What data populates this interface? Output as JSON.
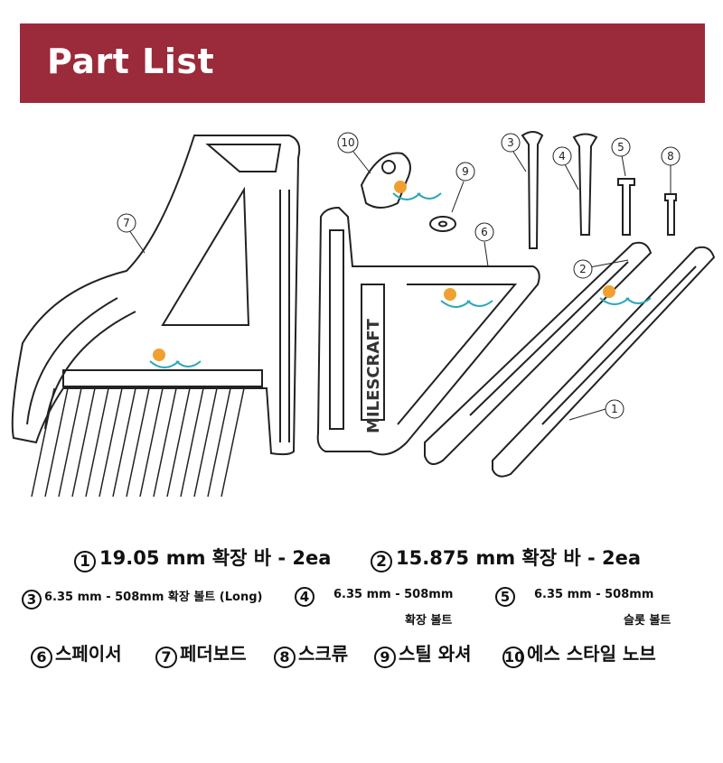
{
  "header": {
    "title": "Part List"
  },
  "diagram": {
    "callouts": [
      "10",
      "9",
      "6",
      "7",
      "3",
      "4",
      "5",
      "8",
      "2",
      "1"
    ],
    "brand_text": "MILESCRAFT"
  },
  "parts": {
    "p1": {
      "num": "1",
      "label": "19.05 mm 확장 바 - 2ea"
    },
    "p2": {
      "num": "2",
      "label": "15.875 mm 확장 바 - 2ea"
    },
    "p3": {
      "num": "3",
      "label": "6.35 mm - 508mm 확장 볼트 (Long)"
    },
    "p4": {
      "num": "4",
      "label_line1": "6.35 mm - 508mm",
      "label_line2": "확장 볼트"
    },
    "p5": {
      "num": "5",
      "label_line1": "6.35 mm - 508mm",
      "label_line2": "슬롯 볼트"
    },
    "p6": {
      "num": "6",
      "label": "스페이서"
    },
    "p7": {
      "num": "7",
      "label": "페더보드"
    },
    "p8": {
      "num": "8",
      "label": "스크류"
    },
    "p9": {
      "num": "9",
      "label": "스틸 와셔"
    },
    "p10": {
      "num": "10",
      "label": "에스 스타일 노브"
    }
  },
  "colors": {
    "banner": "#9b2a3a",
    "marker": "#f0a030",
    "marker_arc": "#2aa7b8"
  }
}
